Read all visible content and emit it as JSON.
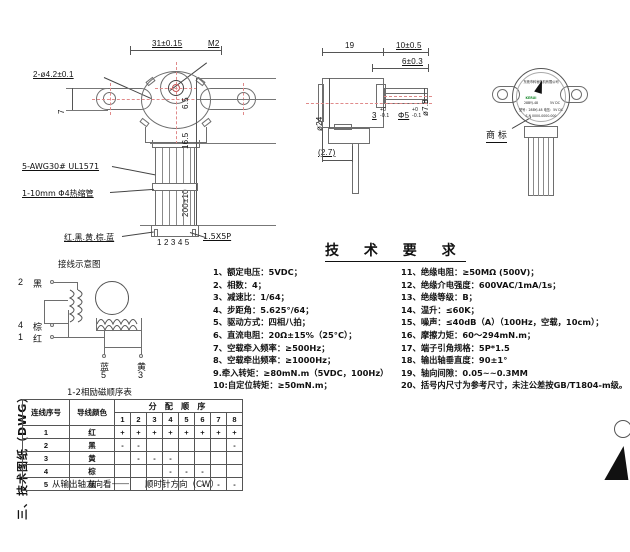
{
  "document": {
    "kind": "engineering-drawing",
    "side_tab": "三、技术图纸（DWG）"
  },
  "view_front": {
    "dimensions": {
      "width_overall": "31±0.15",
      "screw_thread": "M2",
      "mount_holes": "2-ø4.2±0.1",
      "tab_width": "7",
      "height_a": "6.5",
      "height_b": "16.5",
      "wire_length": "200±10"
    },
    "callouts": {
      "wire_spec": "5-AWG30#  UL1571",
      "heatshrink": "1-10mm  Φ4热缩管",
      "wire_colors": "红.黑.黄.棕.蓝",
      "connector": "1.5X5P",
      "pin_numbers": "12345"
    }
  },
  "view_side": {
    "dimensions": {
      "body_len": "19",
      "shaft_len": "10±0.5",
      "shaft_step": "6±0.3",
      "body_dia": "ø24",
      "shaft_dia_flat": "3",
      "shaft_dia": "Φ5",
      "boss_dia": "ø7.8",
      "bracket_ref": "(2.7)"
    }
  },
  "view_iso": {
    "trademark_label": "商 标",
    "disc_lines": [
      "东莞市科睿电机有限公司",
      "KERUI",
      "28BYJ-48",
      "5V DC",
      "型号：28BYJ-48  电压：5V DC",
      "S.N 0000-0000.000"
    ]
  },
  "wiring_diagram": {
    "title": "接线示意图",
    "terminals": [
      {
        "pin": "2",
        "color": "黑"
      },
      {
        "pin": "4",
        "color": "棕"
      },
      {
        "pin": "1",
        "color": "红"
      },
      {
        "pin": "5",
        "color": "蓝"
      },
      {
        "pin": "3",
        "color": "黄"
      }
    ]
  },
  "excitation_table": {
    "title": "1-2相励磁顺序表",
    "headers": {
      "seq": "连线序号",
      "color": "导线颜色",
      "group": "分 配 顺 序",
      "steps": [
        "1",
        "2",
        "3",
        "4",
        "5",
        "6",
        "7",
        "8"
      ]
    },
    "rows": [
      {
        "seq": "1",
        "color": "红",
        "steps": [
          "+",
          "+",
          "+",
          "+",
          "+",
          "+",
          "+",
          "+"
        ]
      },
      {
        "seq": "2",
        "color": "黑",
        "steps": [
          "-",
          "-",
          "",
          "",
          "",
          "",
          "",
          "-"
        ]
      },
      {
        "seq": "3",
        "color": "黄",
        "steps": [
          "",
          "-",
          "-",
          "-",
          "",
          "",
          "",
          ""
        ]
      },
      {
        "seq": "4",
        "color": "棕",
        "steps": [
          "",
          "",
          "",
          "-",
          "-",
          "-",
          "",
          ""
        ]
      },
      {
        "seq": "5",
        "color": "蓝",
        "steps": [
          "",
          "",
          "",
          "",
          "",
          "-",
          "-",
          "-"
        ]
      }
    ],
    "footnote_left": "从输出轴方向看",
    "footnote_dash": "——",
    "footnote_right": "顺时针方向（CW）"
  },
  "tech_requirements": {
    "title": "技  术  要  求",
    "left_column": [
      "1、额定电压：5VDC；",
      "2、相数：4；",
      "3、减速比：1/64；",
      "4、步距角：5.625°/64；",
      "5、驱动方式：四相八拍；",
      "6、直流电阻：20Ω±15%（25°C）；",
      "7、空载牵入频率：≥500Hz；",
      "8、空载牵出频率：≥1000Hz；",
      "9.牵入转矩：≥80mN.m（5VDC，100Hz）",
      "10:自定位转矩：≥50mN.m；"
    ],
    "right_column": [
      "11、绝缘电阻：≥50MΩ (500V)；",
      "12、绝缘介电强度：600VAC/1mA/1s；",
      "13、绝缘等级：B；",
      "14、温升：≤60K；",
      "15、噪声：≤40dB（A）（100Hz，空载，10cm）；",
      "16、摩擦力矩：60～294mN.m；",
      "17、端子引角规格：5P*1.5",
      "18、输出轴垂直度：90±1°",
      "19、轴向间隙：0.05~~0.3MM",
      "20、括号内尺寸为参考尺寸，未注公差按GB/T1804-m级。"
    ]
  }
}
